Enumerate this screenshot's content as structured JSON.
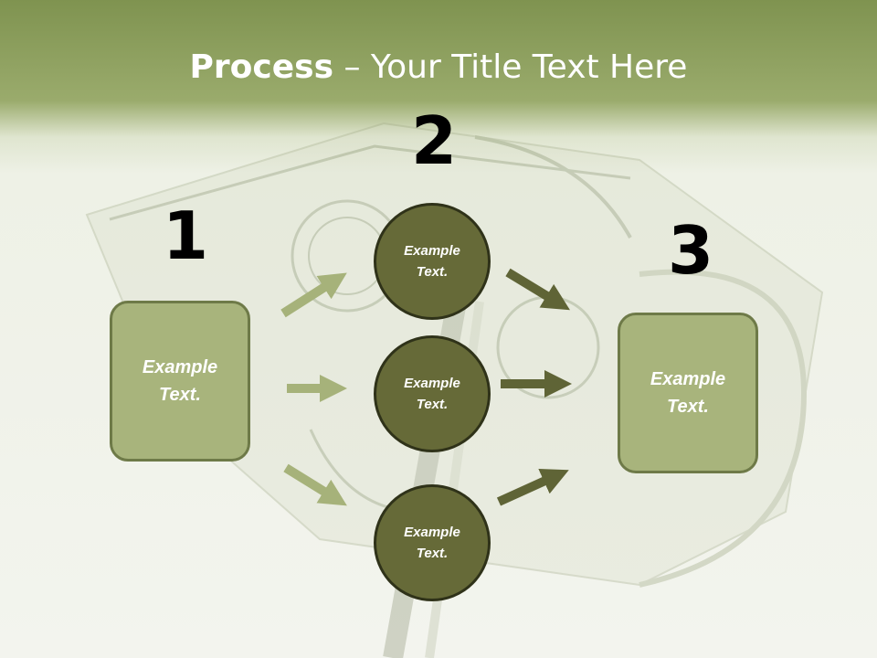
{
  "title": {
    "bold": "Process",
    "rest": " – Your Title Text Here"
  },
  "numbers": [
    "1",
    "2",
    "3"
  ],
  "left_box": "Example\nText.",
  "right_box": "Example\nText.",
  "circles": [
    "Example\nText.",
    "Example\nText.",
    "Example\nText."
  ],
  "colors": {
    "header": "#8a9c5c",
    "box_fill": "#a8b47c",
    "circle_fill": "#666a38",
    "light_arrow": "#a6b27a",
    "dark_arrow": "#5f6436"
  }
}
